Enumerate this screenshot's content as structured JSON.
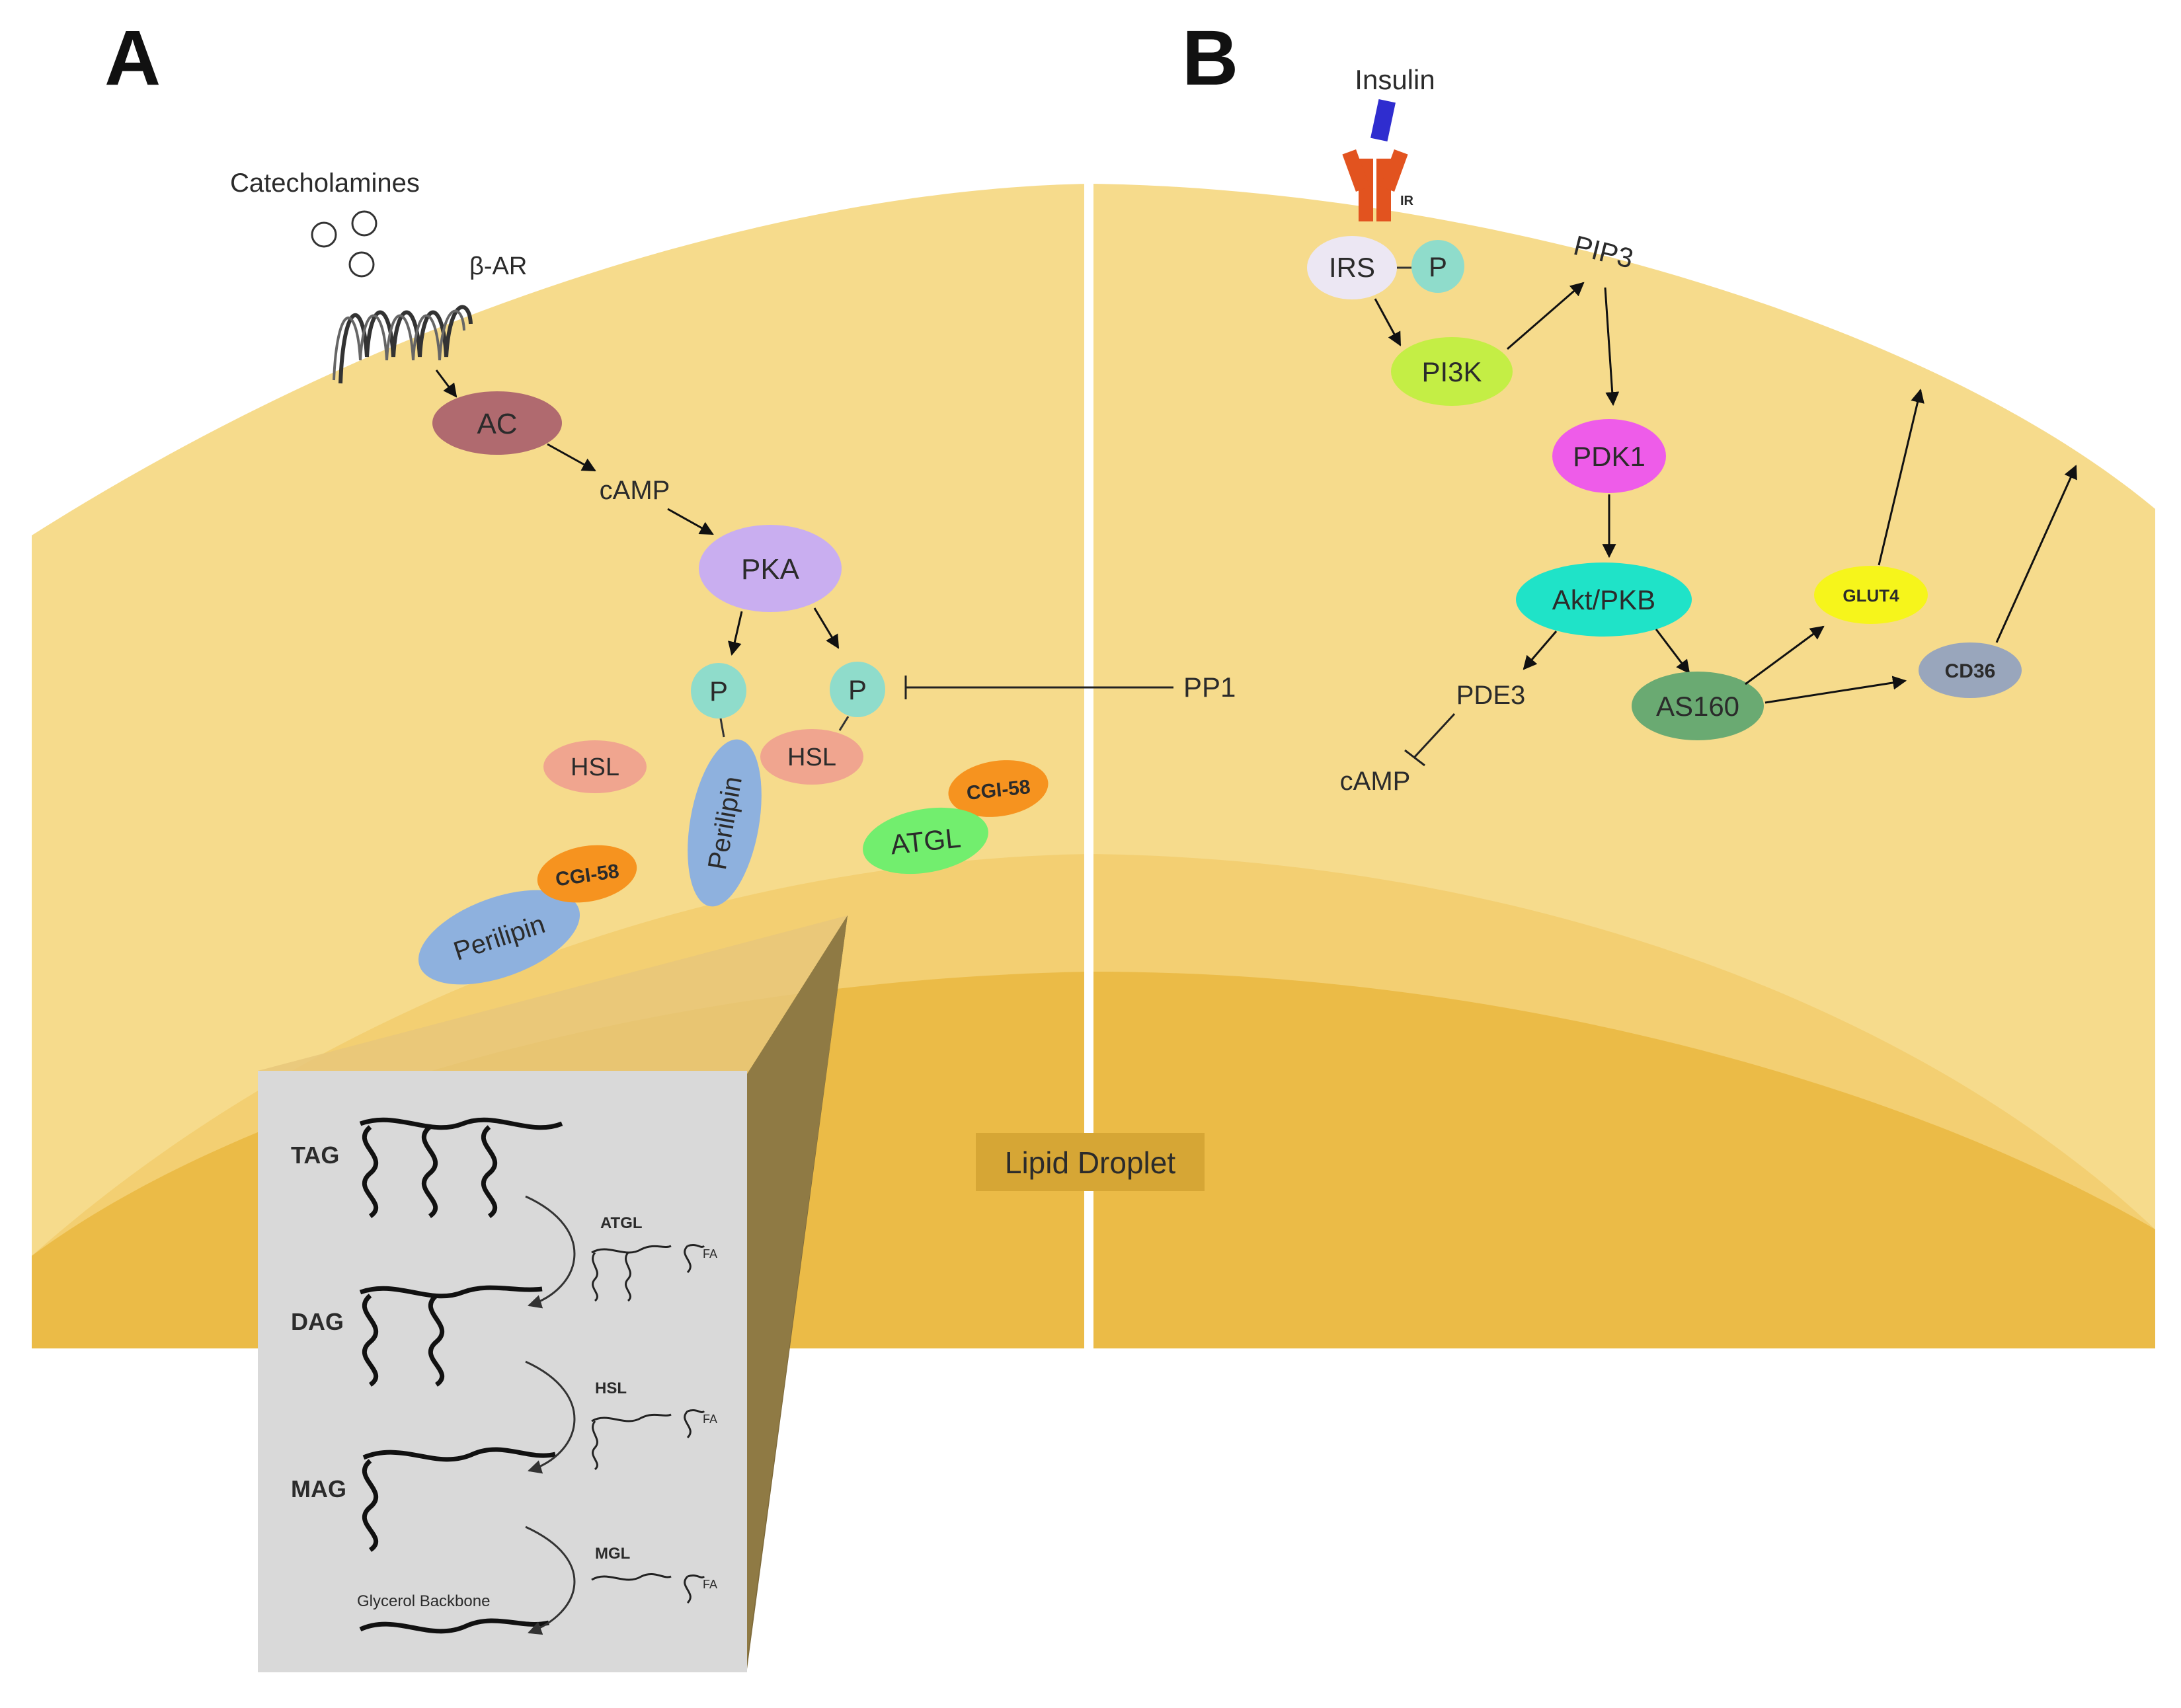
{
  "panels": {
    "a": {
      "label": "A"
    },
    "b": {
      "label": "B"
    }
  },
  "lipid_droplet": {
    "label": "Lipid Droplet"
  },
  "panel_a": {
    "catecholamines": "Catecholamines",
    "beta_ar": "β-AR",
    "ac": "AC",
    "camp": "cAMP",
    "pka": "PKA",
    "p": "P",
    "hsl": "HSL",
    "perilipin": "Perilipin",
    "cgi58": "CGI-58",
    "atgl": "ATGL",
    "pp1": "PP1"
  },
  "inset": {
    "tag": "TAG",
    "dag": "DAG",
    "mag": "MAG",
    "glycerol": "Glycerol Backbone",
    "atgl": "ATGL",
    "hsl": "HSL",
    "mgl": "MGL",
    "fa": "FA"
  },
  "panel_b": {
    "insulin": "Insulin",
    "ir": "IR",
    "irs": "IRS",
    "p": "P",
    "pi3k": "PI3K",
    "pip3": "PIP3",
    "pdk1": "PDK1",
    "akt": "Akt/PKB",
    "as160": "AS160",
    "glut4": "GLUT4",
    "cd36": "CD36",
    "pde3": "PDE3",
    "camp": "cAMP"
  },
  "colors": {
    "cytoplasm": "#f6db8c",
    "droplet": "#ebbb47",
    "ac": "#b06a6f",
    "pka": "#c9aef0",
    "p": "#8fdccb",
    "hsl": "#f0a58f",
    "perilipin": "#8eb1de",
    "cgi58": "#f6931f",
    "atgl": "#72ee6e",
    "irs": "#ece7f3",
    "pi3k": "#c4ee45",
    "pdk1": "#ee5ce9",
    "akt": "#1fe3c8",
    "as160": "#6aaa72",
    "glut4": "#f6f51b",
    "cd36": "#99a6bc",
    "ir": "#e2531f",
    "insulin": "#2f2dcf"
  }
}
